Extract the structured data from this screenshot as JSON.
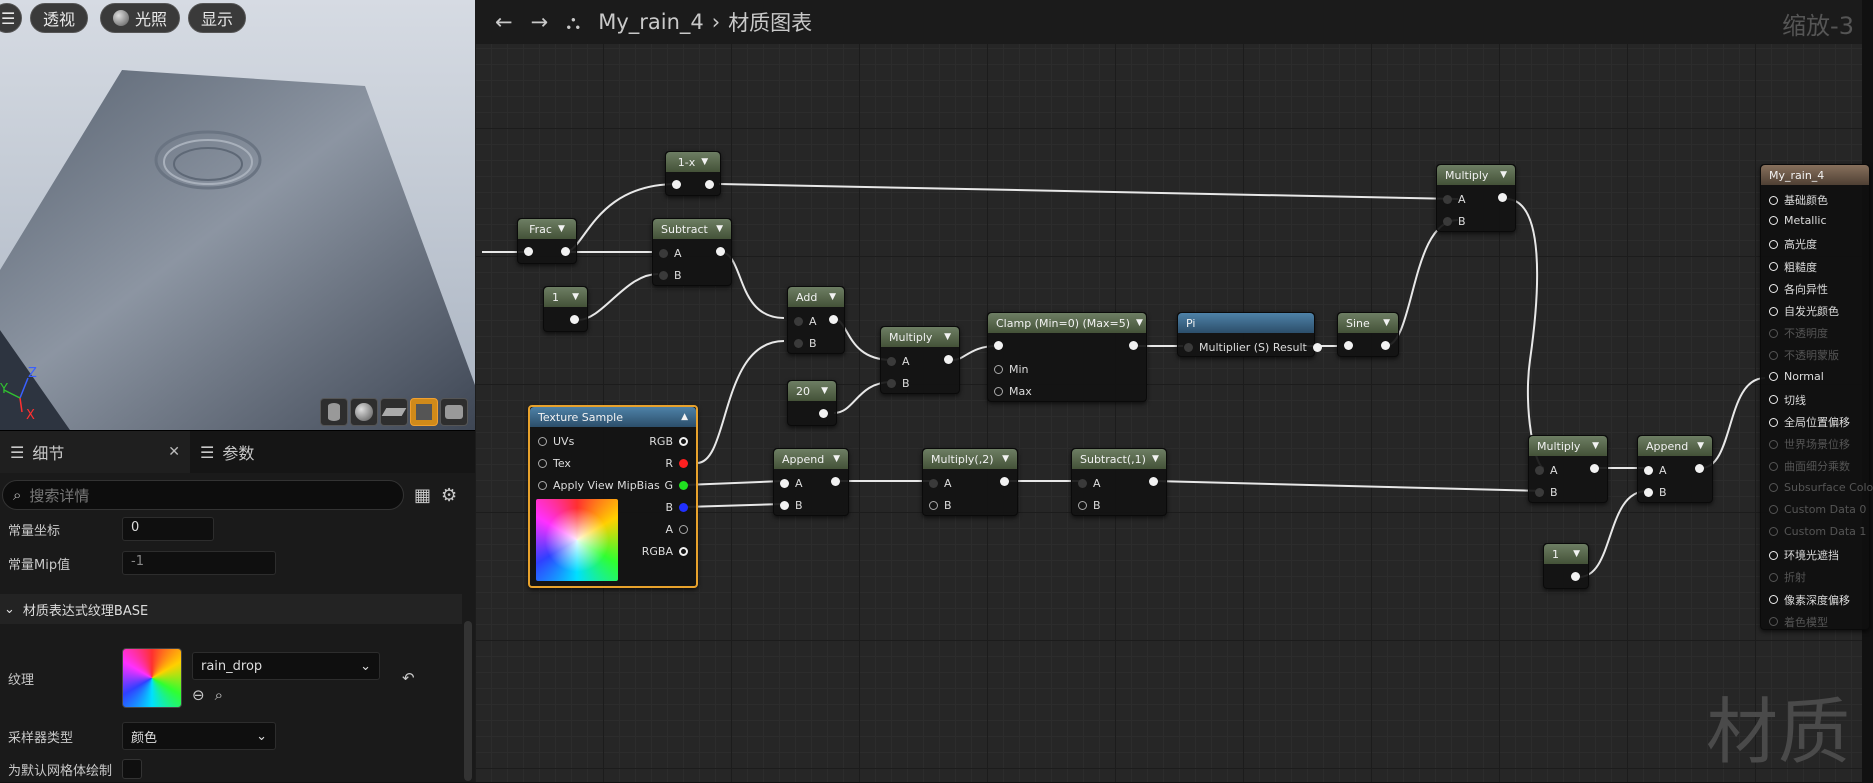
{
  "viewport": {
    "buttons": [
      "透视",
      "光照",
      "显示"
    ],
    "axes": {
      "z": "Z",
      "y": "Y",
      "x": "X"
    }
  },
  "details": {
    "tabs": [
      {
        "label": "细节"
      },
      {
        "label": "参数"
      }
    ],
    "search_placeholder": "搜索详情",
    "rows": {
      "const_coord": {
        "label": "常量坐标",
        "value": "0"
      },
      "const_mip": {
        "label": "常量Mip值",
        "value": "-1"
      },
      "category": "材质表达式纹理BASE",
      "texture": {
        "label": "纹理",
        "value": "rain_drop"
      },
      "sampler": {
        "label": "采样器类型",
        "value": "颜色"
      },
      "default_mesh": {
        "label": "为默认网格体绘制"
      }
    }
  },
  "graph": {
    "breadcrumb_asset": "My_rain_4",
    "breadcrumb_page": "材质图表",
    "zoom": "缩放-3",
    "watermark": "材质",
    "nodes": {
      "frac": {
        "title": "Frac"
      },
      "one_minus_x": {
        "title": "1-x"
      },
      "subtract": {
        "title": "Subtract",
        "pins": [
          "A",
          "B"
        ]
      },
      "const1": {
        "title": "1"
      },
      "add": {
        "title": "Add",
        "pins": [
          "A",
          "B"
        ]
      },
      "multiply1": {
        "title": "Multiply",
        "pins": [
          "A",
          "B"
        ]
      },
      "const20": {
        "title": "20"
      },
      "clamp": {
        "title": "Clamp (Min=0) (Max=5)",
        "pins": [
          "Min",
          "Max"
        ]
      },
      "pi": {
        "title": "Pi",
        "output": "Multiplier (S) Result"
      },
      "sine": {
        "title": "Sine"
      },
      "multiply_top": {
        "title": "Multiply",
        "pins": [
          "A",
          "B"
        ]
      },
      "texture_sample": {
        "title": "Texture Sample",
        "inputs": [
          "UVs",
          "Tex",
          "Apply View MipBias"
        ],
        "outputs": [
          "RGB",
          "R",
          "G",
          "B",
          "A",
          "RGBA"
        ]
      },
      "append1": {
        "title": "Append",
        "pins": [
          "A",
          "B"
        ]
      },
      "multiply2": {
        "title": "Multiply(,2)",
        "pins": [
          "A",
          "B"
        ]
      },
      "subtract1": {
        "title": "Subtract(,1)",
        "pins": [
          "A",
          "B"
        ]
      },
      "multiply3": {
        "title": "Multiply",
        "pins": [
          "A",
          "B"
        ]
      },
      "append2": {
        "title": "Append",
        "pins": [
          "A",
          "B"
        ]
      },
      "const1b": {
        "title": "1"
      }
    },
    "result": {
      "title": "My_rain_4",
      "pins": [
        {
          "label": "基础颜色",
          "enabled": true
        },
        {
          "label": "Metallic",
          "enabled": true
        },
        {
          "label": "高光度",
          "enabled": true
        },
        {
          "label": "粗糙度",
          "enabled": true
        },
        {
          "label": "各向异性",
          "enabled": true
        },
        {
          "label": "自发光颜色",
          "enabled": true
        },
        {
          "label": "不透明度",
          "enabled": false
        },
        {
          "label": "不透明蒙版",
          "enabled": false
        },
        {
          "label": "Normal",
          "enabled": true
        },
        {
          "label": "切线",
          "enabled": true
        },
        {
          "label": "全局位置偏移",
          "enabled": true
        },
        {
          "label": "世界场景位移",
          "enabled": false
        },
        {
          "label": "曲面细分乘数",
          "enabled": false
        },
        {
          "label": "Subsurface Colo",
          "enabled": false
        },
        {
          "label": "Custom Data 0",
          "enabled": false
        },
        {
          "label": "Custom Data 1",
          "enabled": false
        },
        {
          "label": "环境光遮挡",
          "enabled": true
        },
        {
          "label": "折射",
          "enabled": false
        },
        {
          "label": "像素深度偏移",
          "enabled": true
        },
        {
          "label": "着色模型",
          "enabled": false
        }
      ]
    }
  }
}
